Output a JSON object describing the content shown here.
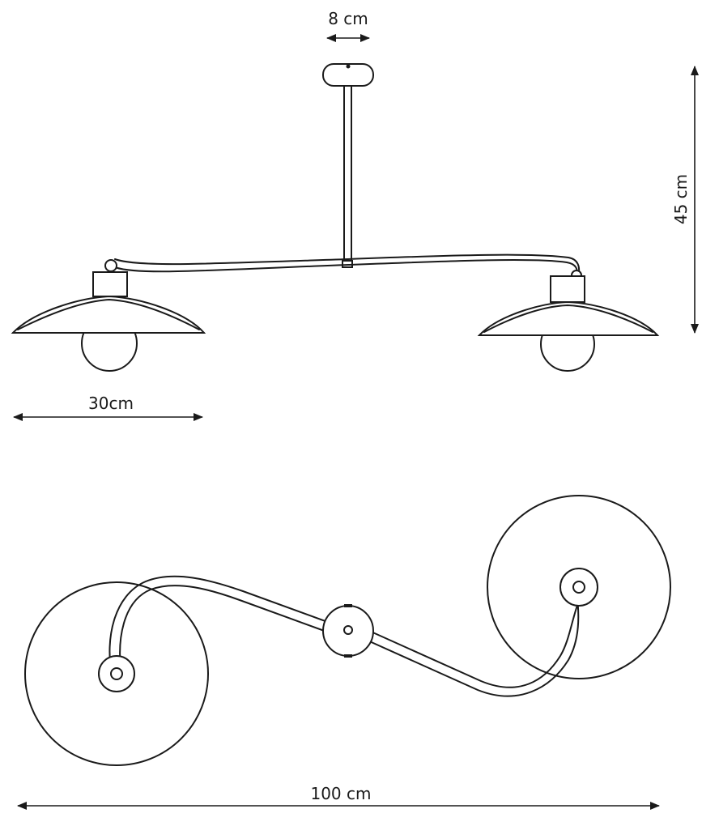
{
  "dimensions": {
    "canopy_width": "8 cm",
    "total_height": "45 cm",
    "shade_diameter": "30cm",
    "total_length": "100 cm"
  },
  "colors": {
    "line": "#1a1a1a",
    "background": "#ffffff"
  }
}
